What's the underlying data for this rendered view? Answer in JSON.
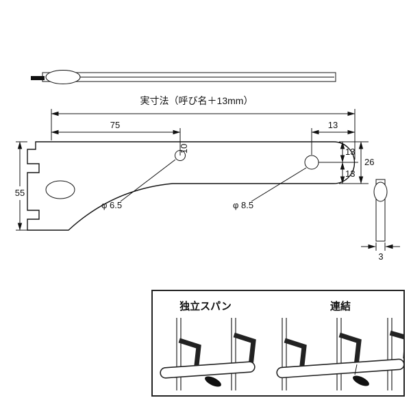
{
  "drawing": {
    "overall_dim_label": "実寸法（呼び名＋13mm）",
    "dim_75": "75",
    "dim_13_top": "13",
    "dim_10": "10",
    "dim_13_right_upper": "13",
    "dim_13_right_lower": "13",
    "dim_26": "26",
    "dim_55": "55",
    "phi_small": "φ 6.5",
    "phi_large": "φ 8.5",
    "dim_3": "3"
  },
  "legend": {
    "independent": "独立スパン",
    "linked": "連結"
  }
}
